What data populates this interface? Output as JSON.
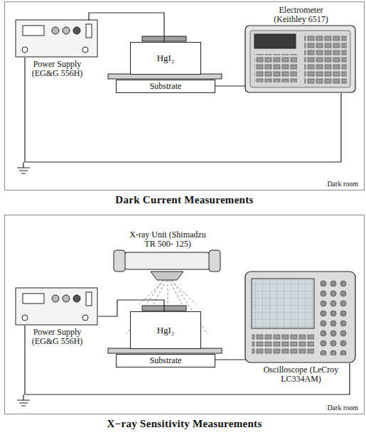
{
  "diagram": {
    "nodes": [
      {
        "text": [
          "Dark Current Measurements",
          "Dark room"
        ]
      },
      {
        "text": [
          "Power Supply (EG&G 556H)"
        ],
        "in": 0
      },
      {
        "text": [
          "HgI₂"
        ],
        "in": 0
      },
      {
        "text": [
          "Substrate"
        ],
        "in": 0
      },
      {
        "text": [
          "Electrometer (Keithley 6517)"
        ],
        "in": 0
      },
      {
        "text": [
          "X−ray Sensitivity Measurements",
          "Dark room"
        ]
      },
      {
        "text": [
          "X-ray Unit (Shimadzu TR 500- 125)"
        ],
        "in": 5
      },
      {
        "text": [
          "Power Supply (EG&G 556H)"
        ],
        "in": 5
      },
      {
        "text": [
          "HgI₂"
        ],
        "in": 5
      },
      {
        "text": [
          "Substrate"
        ],
        "in": 5
      },
      {
        "text": [
          "Oscilloscope (LeCroy LC334AM)"
        ],
        "in": 5
      }
    ],
    "edges": [
      {
        "from": 1,
        "to": 2,
        "arrow": "none"
      },
      {
        "from": 3,
        "to": 4,
        "arrow": "none"
      },
      {
        "from": 1,
        "to": 4,
        "arrow": "none"
      },
      {
        "from": 7,
        "to": 8,
        "arrow": "none"
      },
      {
        "from": 9,
        "to": 10,
        "arrow": "none"
      },
      {
        "from": 7,
        "to": 10,
        "arrow": "none"
      }
    ]
  }
}
